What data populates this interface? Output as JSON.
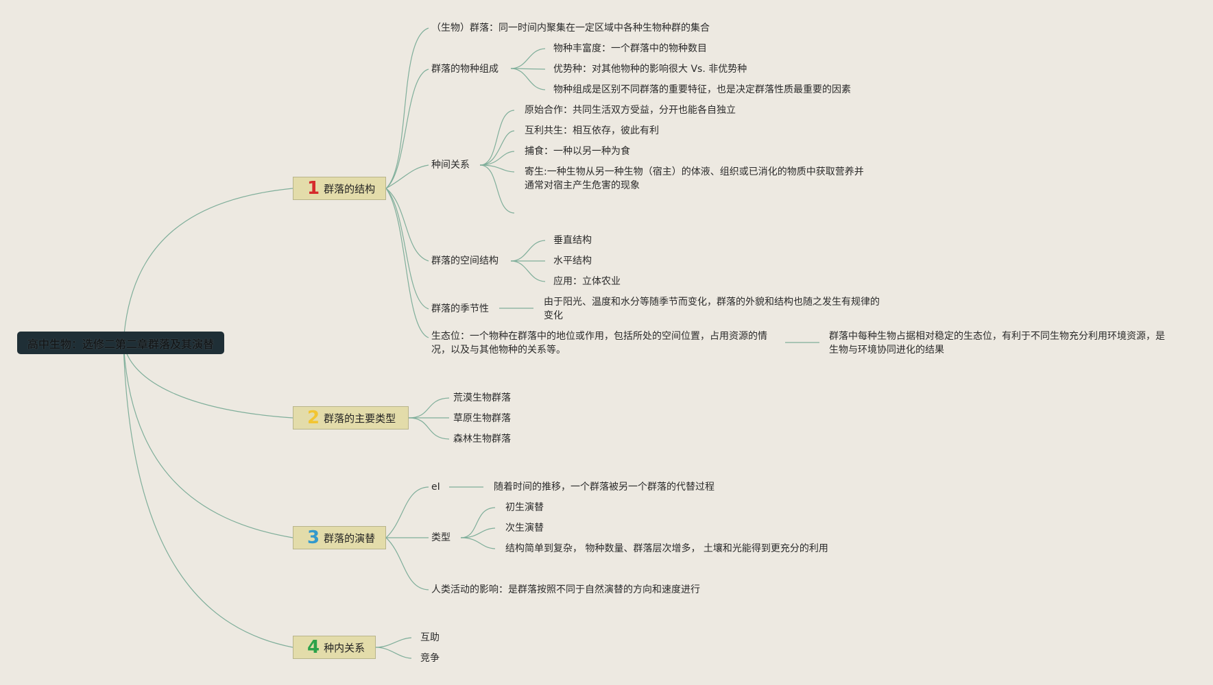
{
  "root": {
    "label": "高中生物：选修二第二章群落及其演替"
  },
  "branches": [
    {
      "number": "1",
      "label": "群落的结构"
    },
    {
      "number": "2",
      "label": "群落的主要类型"
    },
    {
      "number": "3",
      "label": "群落的演替"
    },
    {
      "number": "4",
      "label": "种内关系"
    }
  ],
  "structure": {
    "definition": "（生物）群落：同一时间内聚集在一定区域中各种生物种群的集合",
    "species_composition": {
      "label": "群落的物种组成",
      "items": [
        "物种丰富度：一个群落中的物种数目",
        "优势种：对其他物种的影响很大 Vs. 非优势种",
        "物种组成是区别不同群落的重要特征，也是决定群落性质最重要的因素"
      ]
    },
    "interspecific": {
      "label": "种间关系",
      "items": [
        "原始合作：共同生活双方受益，分开也能各自独立",
        "互利共生：相互依存，彼此有利",
        "捕食：一种以另一种为食",
        "寄生:一种生物从另一种生物（宿主）的体液、组织或已消化的物质中获取营养并通常对宿主产生危害的现象"
      ]
    },
    "spatial": {
      "label": "群落的空间结构",
      "items": [
        "垂直结构",
        "水平结构",
        "应用：立体农业"
      ]
    },
    "seasonal": {
      "label": "群落的季节性",
      "detail": "由于阳光、温度和水分等随季节而变化，群落的外貌和结构也随之发生有规律的变化"
    },
    "niche": {
      "label": "生态位：一个物种在群落中的地位或作用，包括所处的空间位置，占用资源的情况，以及与其他物种的关系等。",
      "detail": "群落中每种生物占据相对稳定的生态位，有利于不同生物充分利用环境资源，是生物与环境协同进化的结果"
    }
  },
  "types": {
    "items": [
      "荒漠生物群落",
      "草原生物群落",
      "森林生物群落"
    ]
  },
  "succession": {
    "definition_label": "eI",
    "definition": "随着时间的推移，一个群落被另一个群落的代替过程",
    "types_label": "类型",
    "types": [
      "初生演替",
      "次生演替",
      "结构简单到复杂， 物种数量、群落层次增多， 土壤和光能得到更充分的利用"
    ],
    "human": "人类活动的影响：是群落按照不同于自然演替的方向和速度进行"
  },
  "intraspecific": {
    "items": [
      "互助",
      "竞争"
    ]
  },
  "colors": {
    "background": "#ede9e1",
    "root_fill": "#1f2f36",
    "branch_fill": "#e3dcaa",
    "connector": "#7fae9a",
    "num1": "#d52b2b",
    "num2": "#f2c531",
    "num3": "#3399cc",
    "num4": "#2ca24a"
  }
}
